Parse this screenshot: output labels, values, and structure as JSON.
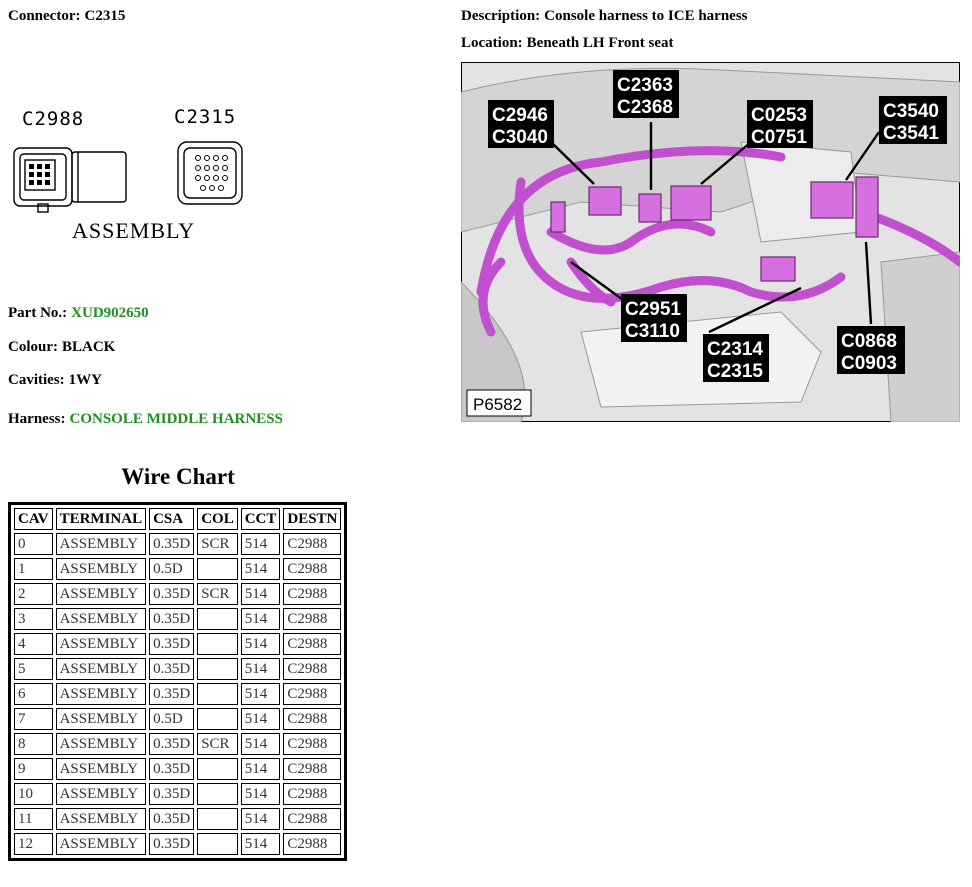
{
  "header": {
    "connector_label": "Connector:",
    "connector_value": "C2315",
    "description_label": "Description:",
    "description_value": "Console harness to ICE harness",
    "location_label": "Location:",
    "location_value": "Beneath LH Front seat"
  },
  "connector_drawing": {
    "left_label": "C2988",
    "right_label": "C2315",
    "caption": "ASSEMBLY"
  },
  "details": {
    "part_no_label": "Part No.:",
    "part_no_value": "XUD902650",
    "colour_label": "Colour:",
    "colour_value": "BLACK",
    "cavities_label": "Cavities:",
    "cavities_value": "1WY",
    "harness_label": "Harness:",
    "harness_value": "CONSOLE MIDDLE HARNESS"
  },
  "photo": {
    "ref": "P6582",
    "callouts": [
      {
        "line1": "C2946",
        "line2": "C3040"
      },
      {
        "line1": "C2363",
        "line2": "C2368"
      },
      {
        "line1": "C0253",
        "line2": "C0751"
      },
      {
        "line1": "C3540",
        "line2": "C3541"
      },
      {
        "line1": "C2951",
        "line2": "C3110"
      },
      {
        "line1": "C2314",
        "line2": "C2315"
      },
      {
        "line1": "C0868",
        "line2": "C0903"
      }
    ]
  },
  "wire_chart": {
    "title": "Wire Chart",
    "columns": [
      "CAV",
      "TERMINAL",
      "CSA",
      "COL",
      "CCT",
      "DESTN"
    ],
    "rows": [
      [
        "0",
        "ASSEMBLY",
        "0.35D",
        "SCR",
        "514",
        "C2988"
      ],
      [
        "1",
        "ASSEMBLY",
        "0.5D",
        "",
        "514",
        "C2988"
      ],
      [
        "2",
        "ASSEMBLY",
        "0.35D",
        "SCR",
        "514",
        "C2988"
      ],
      [
        "3",
        "ASSEMBLY",
        "0.35D",
        "",
        "514",
        "C2988"
      ],
      [
        "4",
        "ASSEMBLY",
        "0.35D",
        "",
        "514",
        "C2988"
      ],
      [
        "5",
        "ASSEMBLY",
        "0.35D",
        "",
        "514",
        "C2988"
      ],
      [
        "6",
        "ASSEMBLY",
        "0.35D",
        "",
        "514",
        "C2988"
      ],
      [
        "7",
        "ASSEMBLY",
        "0.5D",
        "",
        "514",
        "C2988"
      ],
      [
        "8",
        "ASSEMBLY",
        "0.35D",
        "SCR",
        "514",
        "C2988"
      ],
      [
        "9",
        "ASSEMBLY",
        "0.35D",
        "",
        "514",
        "C2988"
      ],
      [
        "10",
        "ASSEMBLY",
        "0.35D",
        "",
        "514",
        "C2988"
      ],
      [
        "11",
        "ASSEMBLY",
        "0.35D",
        "",
        "514",
        "C2988"
      ],
      [
        "12",
        "ASSEMBLY",
        "0.35D",
        "",
        "514",
        "C2988"
      ]
    ]
  },
  "colors": {
    "harness_magenta": "#c24fd0",
    "link_green": "#1f8f1f"
  }
}
